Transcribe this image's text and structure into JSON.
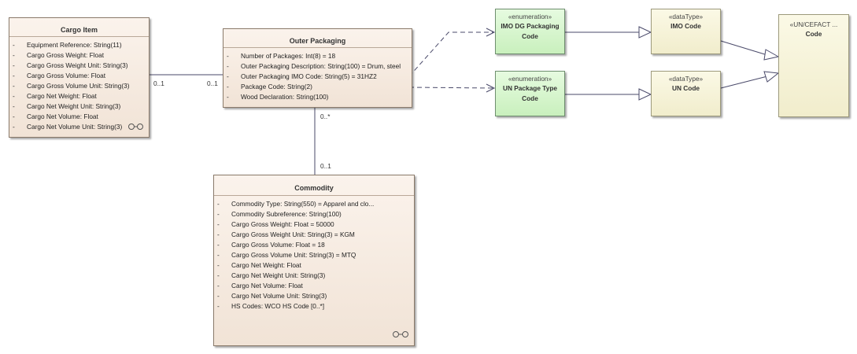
{
  "cargo_item": {
    "title": "Cargo Item",
    "attributes": [
      "Equipment Reference: String(11)",
      "Cargo Gross Weight: Float",
      "Cargo Gross Weight Unit: String(3)",
      "Cargo Gross Volume: Float",
      "Cargo Gross Volume Unit: String(3)",
      "Cargo Net Weight: Float",
      "Cargo Net Weight Unit: String(3)",
      "Cargo Net Volume: Float",
      "Cargo Net Volume Unit: String(3)"
    ]
  },
  "outer_packaging": {
    "title": "Outer Packaging",
    "attributes": [
      "Number of Packages: Int(8) = 18",
      "Outer Packaging Description: String(100) = Drum, steel",
      "Outer Packaging IMO Code: String(5) = 31HZ2",
      "Package Code: String(2)",
      "Wood Declaration: String(100)"
    ]
  },
  "commodity": {
    "title": "Commodity",
    "attributes": [
      "Commodity Type: String(550) = Apparel and clo...",
      "Commodity Subreference: String(100)",
      "Cargo Gross Weight: Float = 50000",
      "Cargo Gross Weight Unit: String(3) = KGM",
      "Cargo Gross Volume: Float = 18",
      "Cargo Gross Volume Unit: String(3) = MTQ",
      "Cargo Net Weight: Float",
      "Cargo Net Weight Unit: String(3)",
      "Cargo Net Volume: Float",
      "Cargo Net Volume Unit: String(3)",
      "HS Codes: WCO HS Code [0..*]"
    ]
  },
  "attr_dash": "-",
  "imo_dg": {
    "stereotype": "«enumeration»",
    "line1": "IMO DG Packaging",
    "line2": "Code"
  },
  "un_pkg": {
    "stereotype": "«enumeration»",
    "line1": "UN Package Type",
    "line2": "Code"
  },
  "imo_code": {
    "stereotype": "«dataType»",
    "name": "IMO Code"
  },
  "un_code": {
    "stereotype": "«dataType»",
    "name": "UN Code"
  },
  "uncefact": {
    "stereotype": "«UN/CEFACT ...",
    "name": "Code"
  },
  "multiplicities": {
    "cargo_left": "0..1",
    "cargo_right": "0..1",
    "op_bottom": "0..*",
    "commodity_top": "0..1"
  },
  "colors": {
    "class_fill": "#f1e3d6",
    "enum_fill": "#c9f0bd",
    "datatype_fill": "#f1edcc",
    "line": "#4a4a6a"
  }
}
